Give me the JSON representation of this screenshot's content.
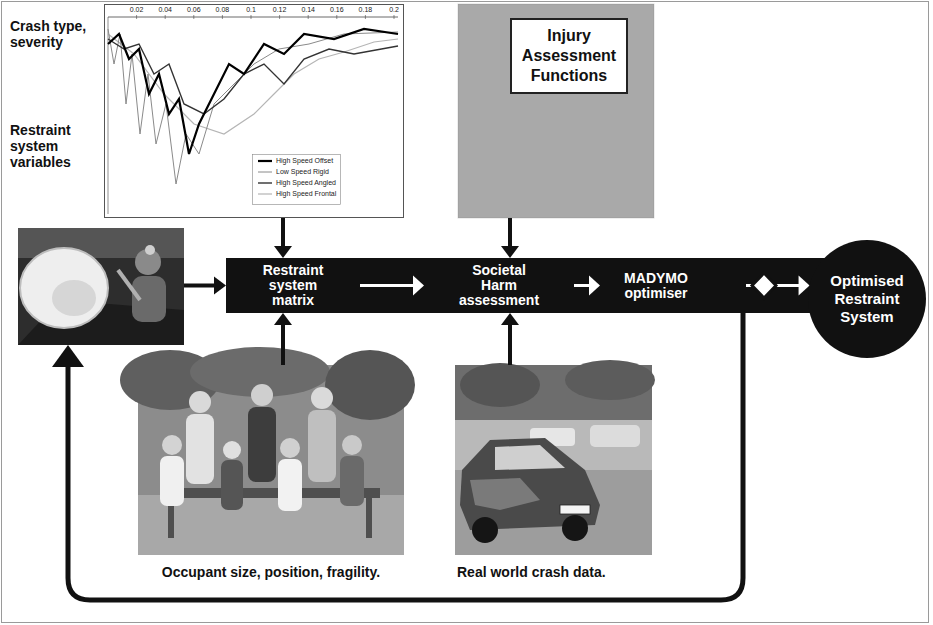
{
  "diagram": {
    "nodes": [
      {
        "text": [
          "Crash type, severity"
        ]
      },
      {
        "text": [
          "Injury Assessment Functions"
        ]
      },
      {
        "text": [
          "Restraint system variables"
        ]
      },
      {
        "text": [
          "Restraint system matrix"
        ]
      },
      {
        "text": [
          "Societal Harm assessment"
        ]
      },
      {
        "text": [
          "MADYMO optimiser"
        ]
      },
      {
        "text": [
          "Optimised Restraint System"
        ]
      },
      {
        "text": [
          "Occupant size, position, fragility."
        ]
      },
      {
        "text": [
          "Real world crash data."
        ]
      }
    ],
    "edges": [
      {
        "from": 0,
        "to": 3,
        "arrow": "to"
      },
      {
        "from": 2,
        "to": 3,
        "arrow": "to"
      },
      {
        "from": 7,
        "to": 3,
        "arrow": "to"
      },
      {
        "from": 3,
        "to": 4,
        "arrow": "to"
      },
      {
        "from": 1,
        "to": 4,
        "arrow": "to"
      },
      {
        "from": 8,
        "to": 4,
        "arrow": "to"
      },
      {
        "from": 4,
        "to": 5,
        "arrow": "to"
      },
      {
        "from": 5,
        "to": 6,
        "arrow": "to"
      },
      {
        "from": 5,
        "to": 2,
        "arrow": "to"
      }
    ],
    "labels": [
      "0.02",
      "0.04",
      "0.06",
      "0.08",
      "0.1",
      "0.12",
      "0.14",
      "0.16",
      "0.18",
      "0.2"
    ],
    "legend": [
      {
        "text": "High Speed Offset"
      },
      {
        "text": "Low Speed Rigid"
      },
      {
        "text": "High Speed Angled"
      },
      {
        "text": "High Speed Frontal"
      }
    ]
  }
}
